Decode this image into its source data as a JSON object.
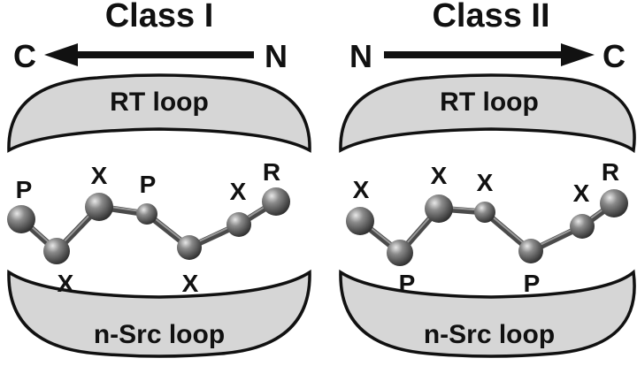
{
  "panels": [
    {
      "id": "class-1",
      "title": "Class I",
      "left_terminus": "C",
      "right_terminus": "N",
      "arrow_direction": "left",
      "top_loop": "RT loop",
      "bottom_loop": "n-Src loop",
      "residues": [
        "P",
        "X",
        "X",
        "P",
        "X",
        "X",
        "R"
      ]
    },
    {
      "id": "class-2",
      "title": "Class II",
      "left_terminus": "N",
      "right_terminus": "C",
      "arrow_direction": "right",
      "top_loop": "RT loop",
      "bottom_loop": "n-Src loop",
      "residues": [
        "X",
        "P",
        "X",
        "X",
        "P",
        "X",
        "R"
      ]
    }
  ],
  "colors": {
    "loop_fill": "#d6d6d6",
    "outline": "#111111",
    "sphere": "#5a5a5a"
  }
}
